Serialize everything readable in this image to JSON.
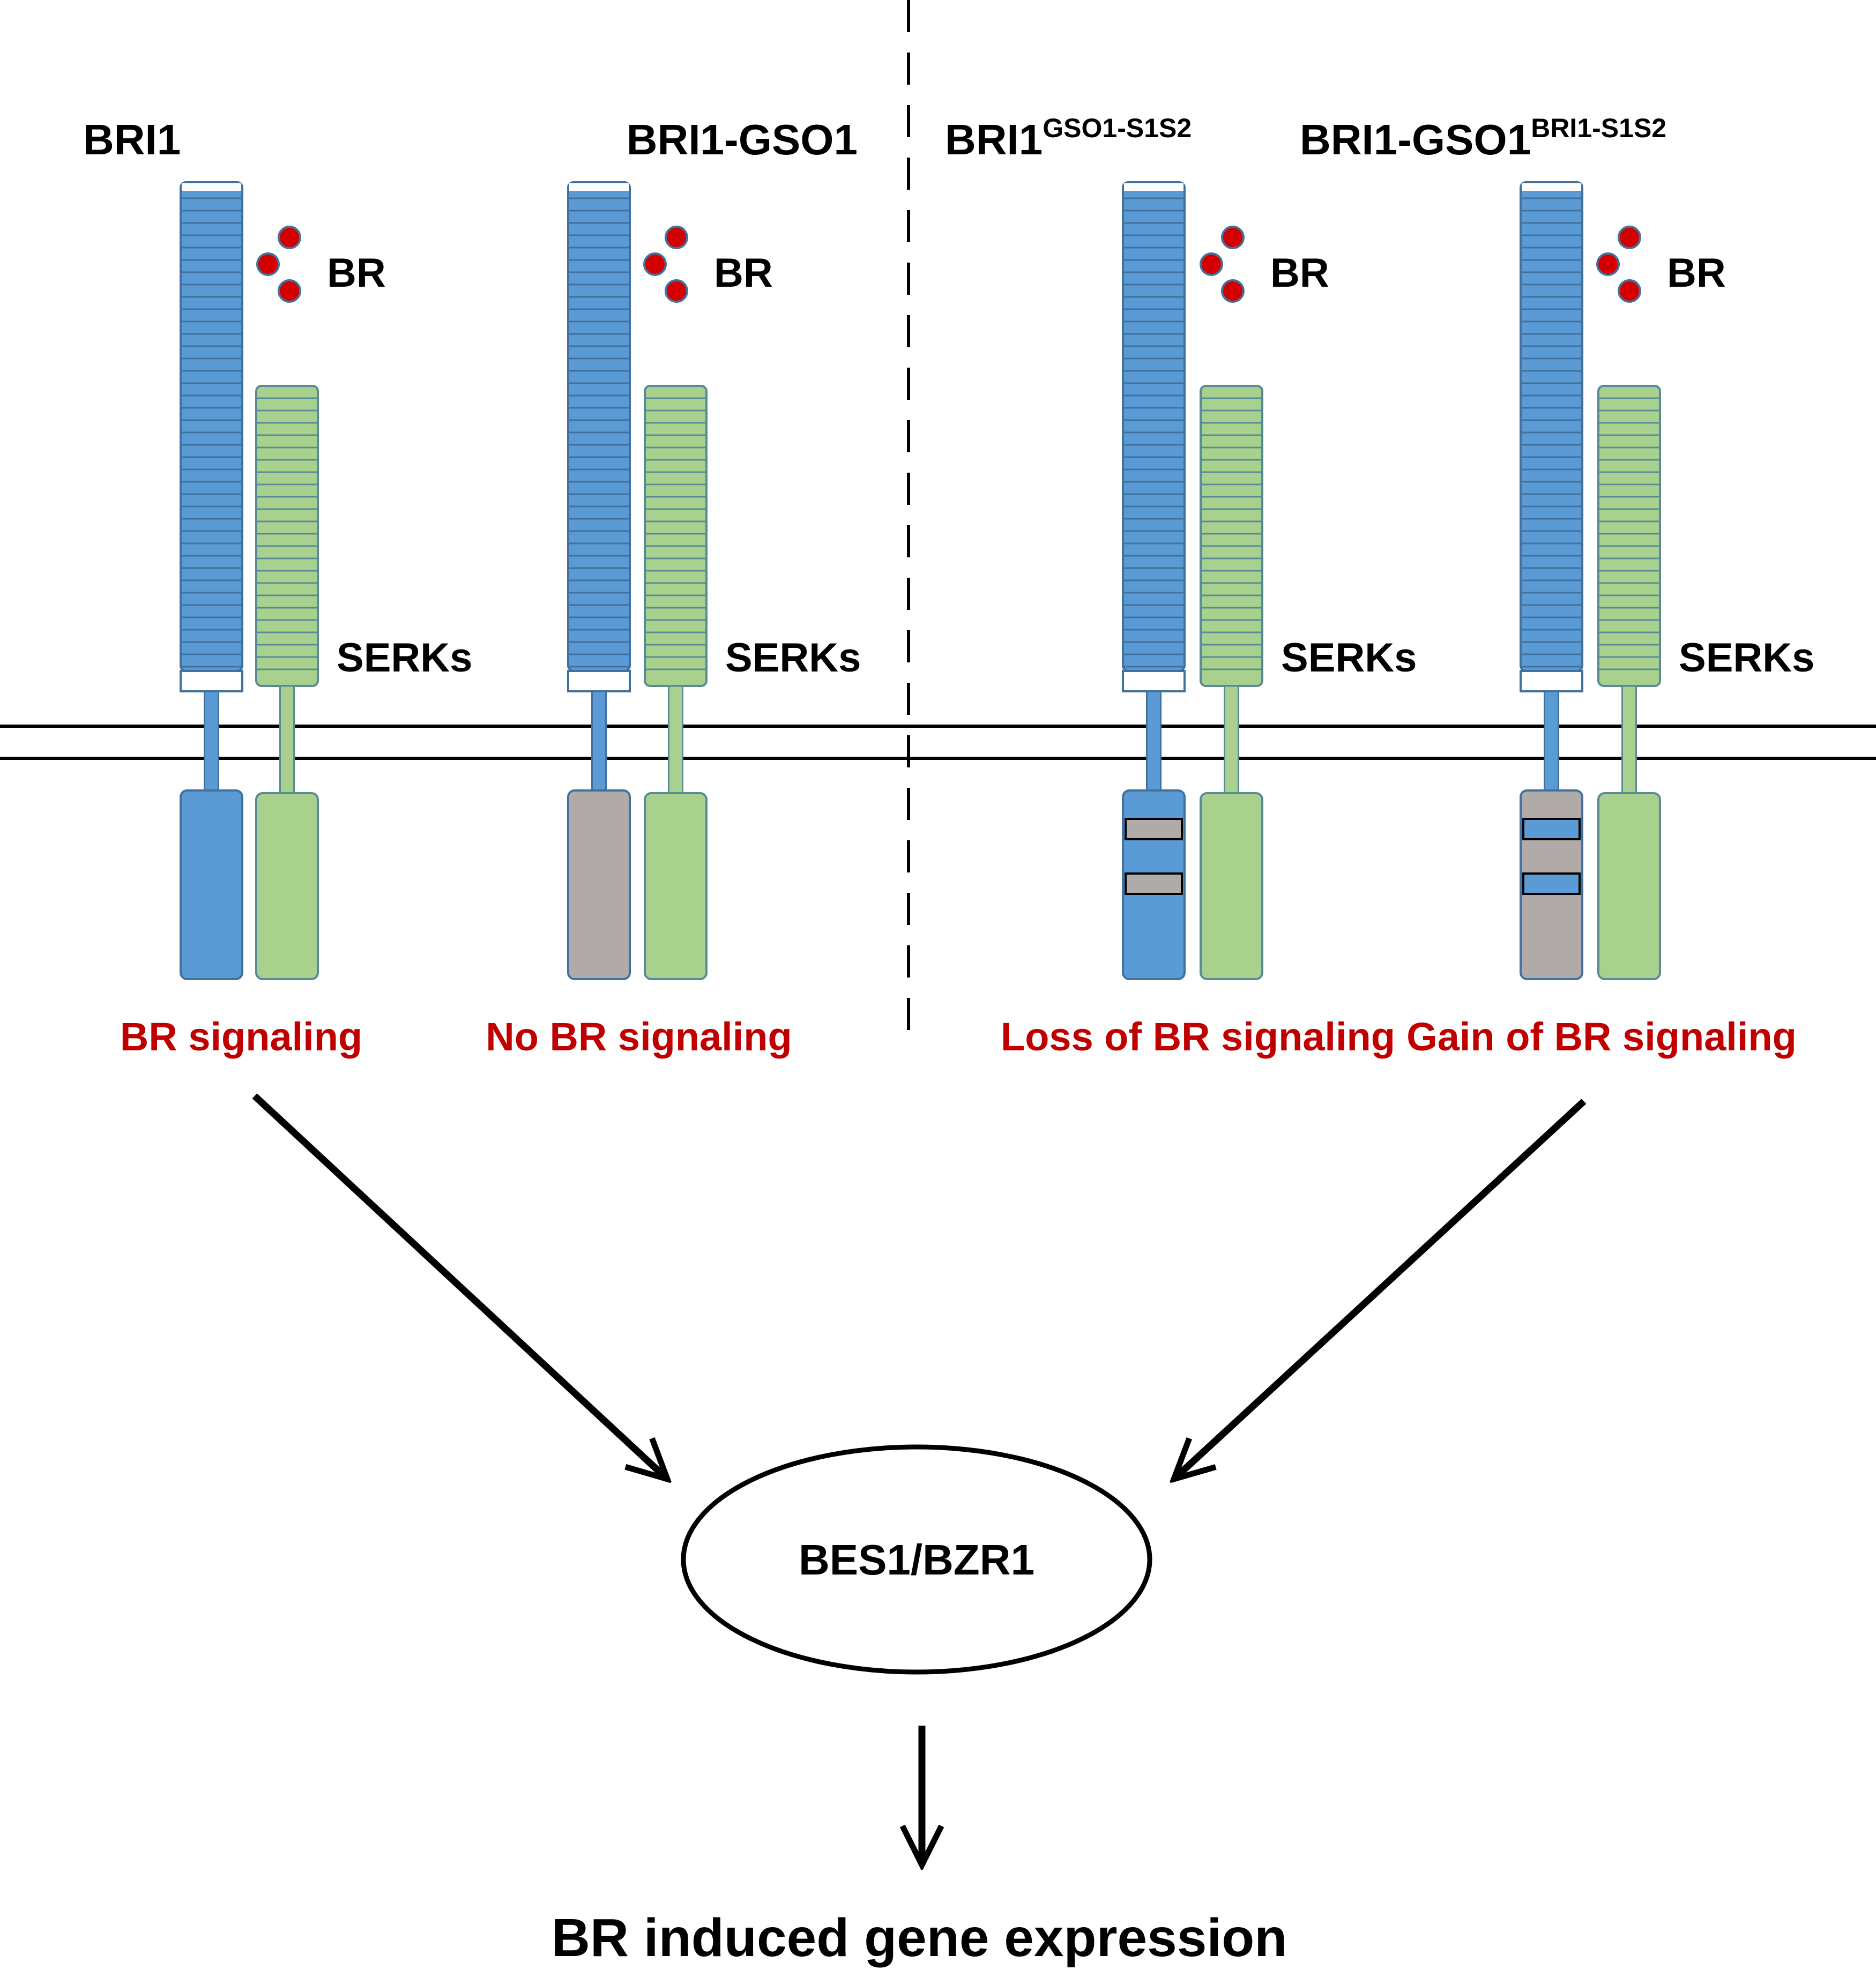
{
  "colors": {
    "bri1_blue": "#5b9bd5",
    "bri1_stroke": "#41719c",
    "serk_green": "#a9d18e",
    "serk_stroke": "#5a8a9a",
    "gso1_gray": "#b0aaa8",
    "br_red": "#d40000",
    "outcome_red": "#c00000",
    "text": "#000000"
  },
  "receptors": [
    {
      "title": "BRI1",
      "superscript": "",
      "ligand_label": "BR",
      "coreceptor_label": "SERKs",
      "outcome": "BR signaling",
      "kinase_color": "blue",
      "stripe_color": ""
    },
    {
      "title": "BRI1-GSO1",
      "superscript": "",
      "ligand_label": "BR",
      "coreceptor_label": "SERKs",
      "outcome": "No BR signaling",
      "kinase_color": "gray",
      "stripe_color": ""
    },
    {
      "title": "BRI1",
      "superscript": "GSO1-S1S2",
      "ligand_label": "BR",
      "coreceptor_label": "SERKs",
      "outcome": "Loss of BR signaling",
      "kinase_color": "blue",
      "stripe_color": "gray"
    },
    {
      "title": "BRI1-GSO1",
      "superscript": "BRI1-S1S2",
      "ligand_label": "BR",
      "coreceptor_label": "SERKs",
      "outcome": "Gain of BR signaling",
      "kinase_color": "gray",
      "stripe_color": "blue"
    }
  ],
  "nucleus_label": "BES1/BZR1",
  "final_label": "BR induced gene expression"
}
